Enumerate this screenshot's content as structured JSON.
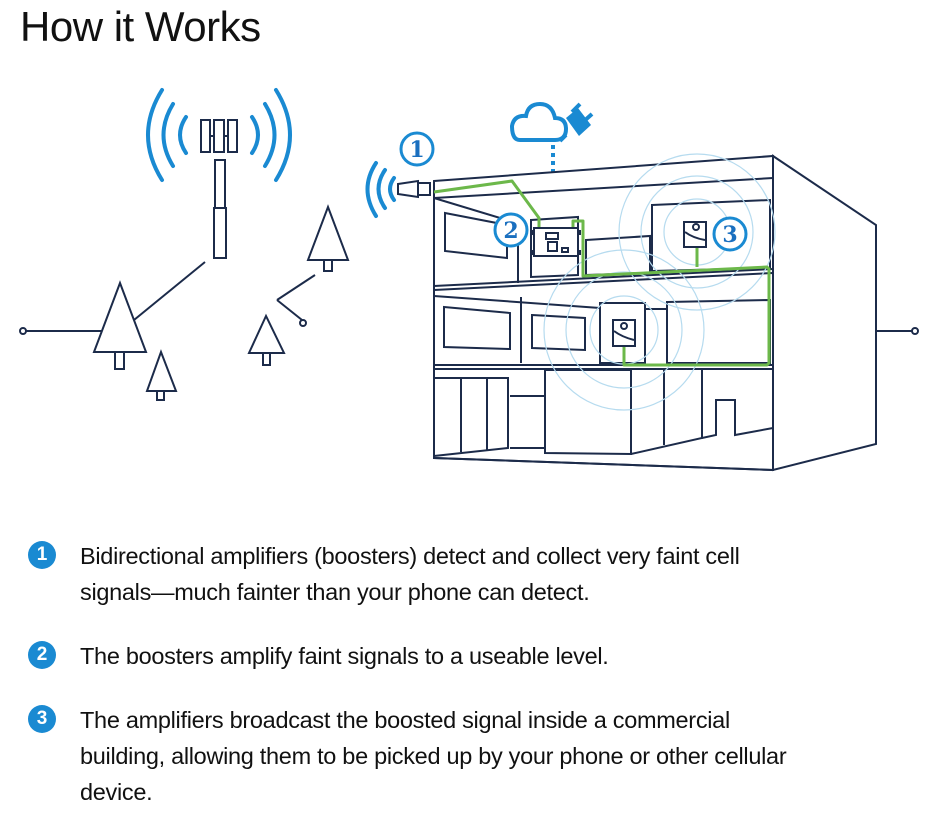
{
  "header": {
    "title": "How it Works"
  },
  "diagram": {
    "callouts": [
      {
        "number": "1",
        "refers_to": "outdoor donor antenna"
      },
      {
        "number": "2",
        "refers_to": "booster amplifier unit"
      },
      {
        "number": "3",
        "refers_to": "indoor broadcast antenna"
      }
    ],
    "colors": {
      "line": "#1c2b4a",
      "signal": "#1a8ad2",
      "cable": "#6cb84a",
      "coverage": "#b6dbef"
    }
  },
  "steps": [
    {
      "number": "1",
      "text": "Bidirectional amplifiers (boosters) detect and collect very faint cell signals—much fainter than your phone can detect."
    },
    {
      "number": "2",
      "text": "The boosters amplify faint signals to a useable level."
    },
    {
      "number": "3",
      "text": "The amplifiers broadcast the boosted signal inside a commercial building, allowing them to be picked up by your phone or other cellular device."
    }
  ]
}
